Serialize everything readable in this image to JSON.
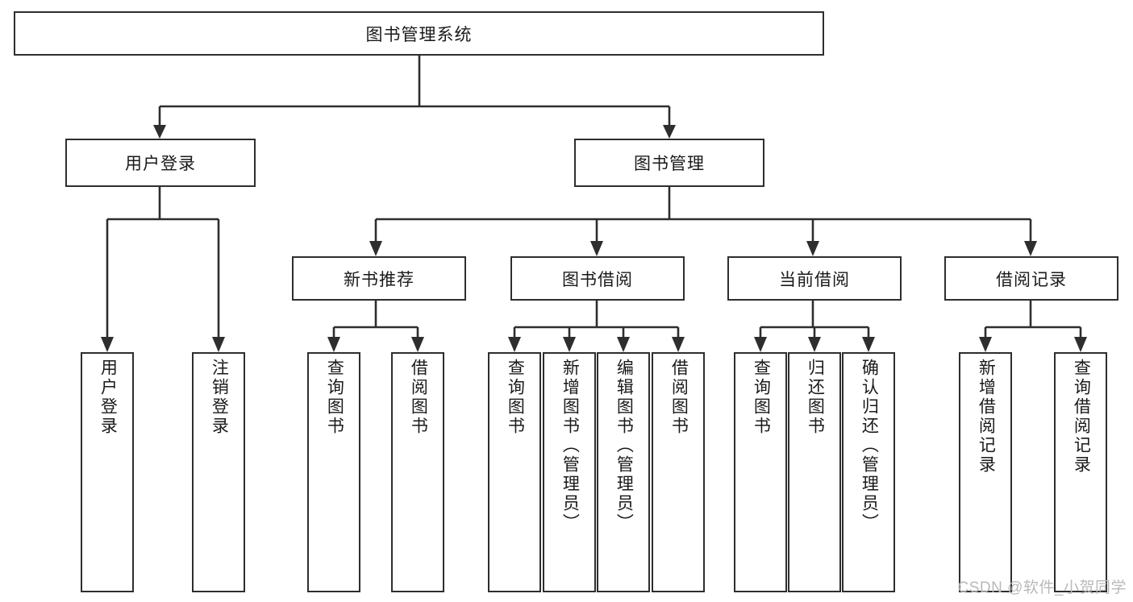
{
  "diagram": {
    "title": "图书管理系统",
    "watermark": "CSDN @软件_小贺同学",
    "colors": {
      "box_border": "#2e2e2e",
      "box_fill": "#ffffff",
      "connector": "#2e2e2e",
      "background": "#ffffff",
      "watermark": "#b9b9b9"
    },
    "root": {
      "label": "图书管理系统"
    },
    "level2": [
      {
        "label": "用户登录"
      },
      {
        "label": "图书管理"
      }
    ],
    "level3": [
      {
        "label": "新书推荐"
      },
      {
        "label": "图书借阅"
      },
      {
        "label": "当前借阅"
      },
      {
        "label": "借阅记录"
      }
    ],
    "leaves": [
      {
        "label": "用户登录"
      },
      {
        "label": "注销登录"
      },
      {
        "label": "查询图书"
      },
      {
        "label": "借阅图书"
      },
      {
        "label": "查询图书"
      },
      {
        "label": "新增图书（管理员）"
      },
      {
        "label": "编辑图书（管理员）"
      },
      {
        "label": "借阅图书"
      },
      {
        "label": "查询图书"
      },
      {
        "label": "归还图书"
      },
      {
        "label": "确认归还（管理员）"
      },
      {
        "label": "新增借阅记录"
      },
      {
        "label": "查询借阅记录"
      }
    ]
  }
}
